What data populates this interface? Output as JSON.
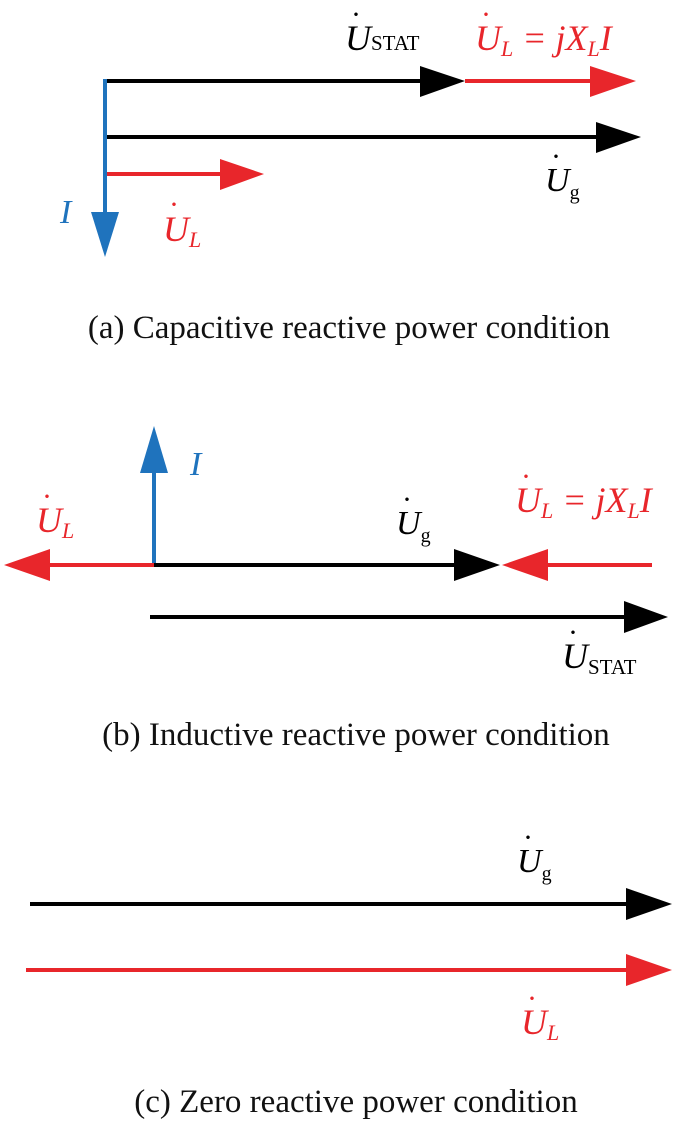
{
  "colors": {
    "black": "#000000",
    "red": "#e8262b",
    "blue": "#1f73bd"
  },
  "panel_a": {
    "caption": "(a) Capacitive reactive power condition",
    "u_stat": {
      "symbol": "U",
      "dot": "·",
      "subscript": "STAT"
    },
    "ul_eq": {
      "lhs": "U",
      "lhs_sub": "L",
      "eq": " = jX",
      "x_sub": "L",
      "rhs": "I"
    },
    "i_label": "I",
    "ug": {
      "symbol": "U",
      "subscript": "g"
    },
    "ul": {
      "symbol": "U",
      "subscript": "L"
    }
  },
  "panel_b": {
    "caption": "(b) Inductive reactive power condition",
    "i_label": "I",
    "ul": {
      "symbol": "U",
      "subscript": "L"
    },
    "ug": {
      "symbol": "U",
      "subscript": "g"
    },
    "ul_eq": {
      "lhs": "U",
      "lhs_sub": "L",
      "eq": " = jX",
      "x_sub": "L",
      "rhs": "I"
    },
    "u_stat": {
      "symbol": "U",
      "subscript": "STAT"
    }
  },
  "panel_c": {
    "caption": "(c) Zero reactive power condition",
    "ug": {
      "symbol": "U",
      "subscript": "g"
    },
    "ul": {
      "symbol": "U",
      "subscript": "L"
    }
  }
}
